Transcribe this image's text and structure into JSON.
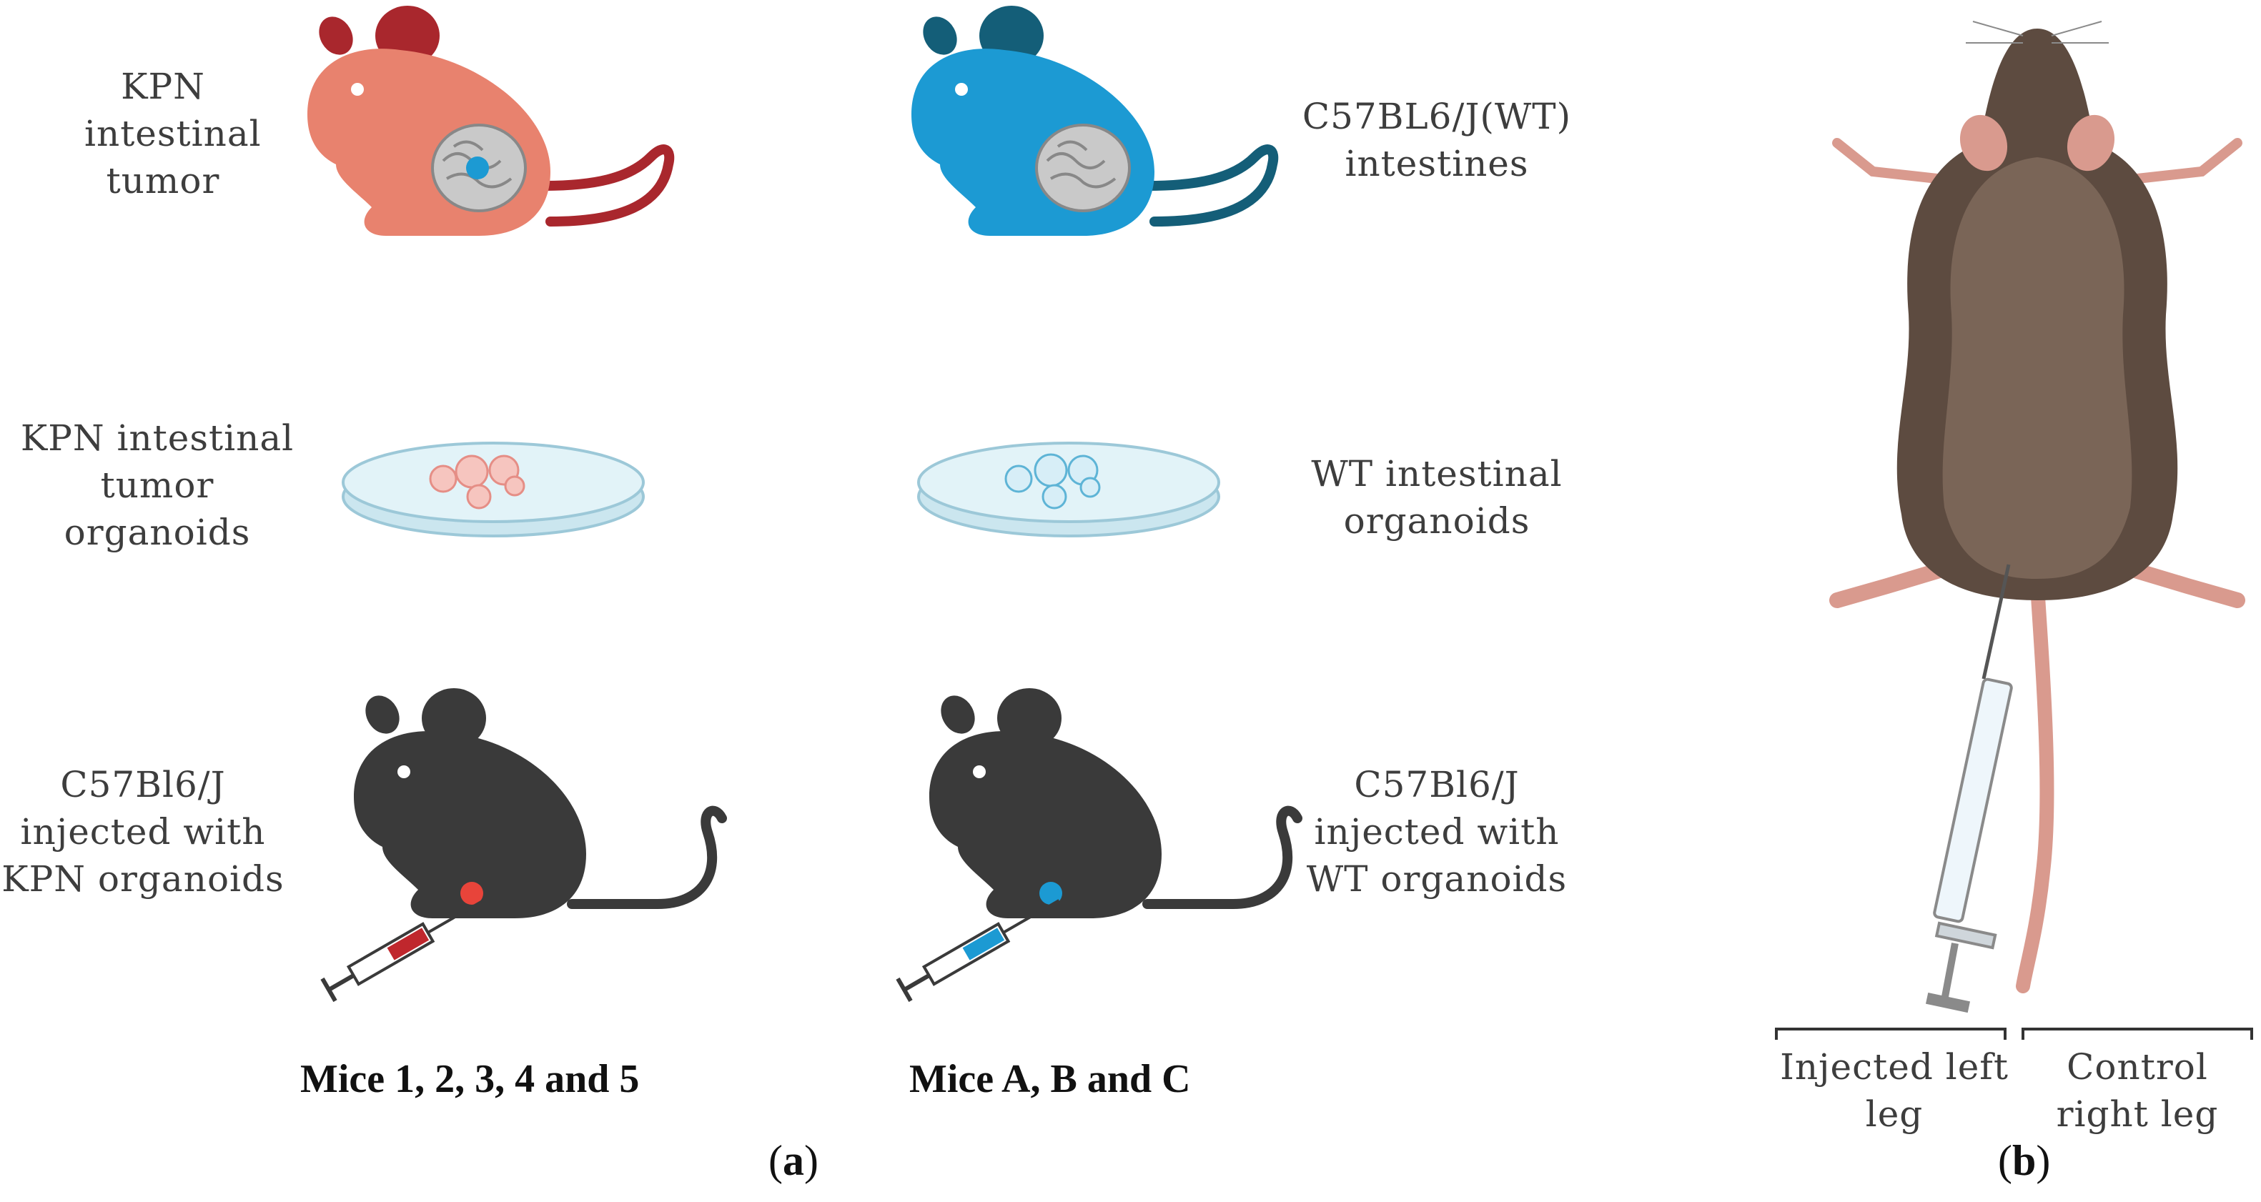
{
  "panel_a": {
    "labels": {
      "kpn_tumor": [
        "KPN",
        "intestinal",
        "tumor"
      ],
      "wt_intestines": [
        "C57BL6/J(WT)",
        "intestines"
      ],
      "kpn_organoids": [
        "KPN intestinal",
        "tumor",
        "organoids"
      ],
      "wt_organoids": [
        "WT intestinal",
        "organoids"
      ],
      "kpn_injected": [
        "C57Bl6/J",
        "injected with",
        "KPN organoids"
      ],
      "wt_injected": [
        "C57Bl6/J",
        "injected with",
        "WT organoids"
      ]
    },
    "caption_left": "Mice 1, 2, 3, 4 and 5",
    "caption_right": "Mice A, B and C",
    "sublabel": {
      "open": "(",
      "letter": "a",
      "close": ")"
    }
  },
  "panel_b": {
    "label_left": [
      "Injected left",
      "leg"
    ],
    "label_right": [
      "Control",
      "right leg"
    ],
    "sublabel": {
      "open": "(",
      "letter": "b",
      "close": ")"
    }
  },
  "colors": {
    "kpn_mouse": "#e8826e",
    "kpn_mouse_dark": "#a9272d",
    "wt_mouse": "#1c9ad3",
    "wt_mouse_dark": "#145e78",
    "black_mouse": "#3a3a3a",
    "brown_mouse": "#5d4b40",
    "pink": "#d99a8e"
  }
}
